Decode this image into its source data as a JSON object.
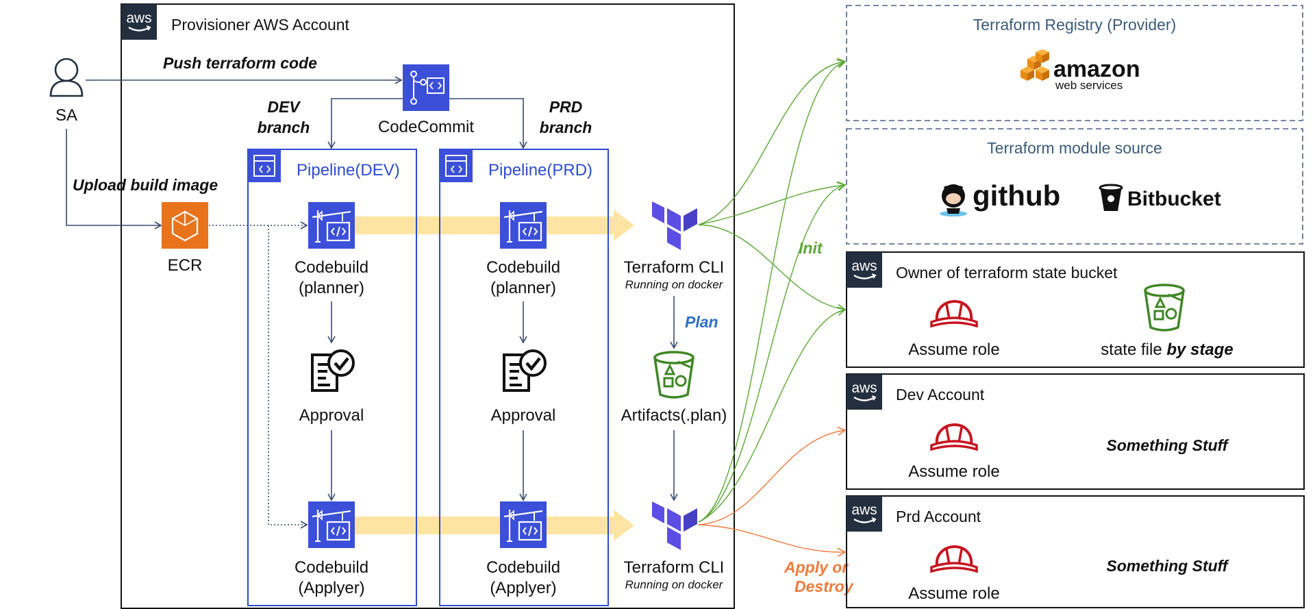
{
  "provisioner": {
    "title": "Provisioner AWS Account"
  },
  "aws_badge": "aws",
  "actor": {
    "label": "SA"
  },
  "edges": {
    "push": "Push terraform code",
    "upload": "Upload  build image",
    "dev_branch_line1": "DEV",
    "dev_branch_line2": "branch",
    "prd_branch_line1": "PRD",
    "prd_branch_line2": "branch",
    "plan": "Plan",
    "init": "Init",
    "apply_line1": "Apply or",
    "apply_line2": "Destroy"
  },
  "codecommit": {
    "label": "CodeCommit"
  },
  "ecr": {
    "label": "ECR"
  },
  "pipelines": [
    {
      "title": "Pipeline(DEV)",
      "planner_line1": "Codebuild",
      "planner_line2": "(planner)",
      "approval": "Approval",
      "applyer_line1": "Codebuild",
      "applyer_line2": "(Applyer)"
    },
    {
      "title": "Pipeline(PRD)",
      "planner_line1": "Codebuild",
      "planner_line2": "(planner)",
      "approval": "Approval",
      "applyer_line1": "Codebuild",
      "applyer_line2": "(Applyer)"
    }
  ],
  "terraform_cli": [
    {
      "label": "Terraform CLI",
      "sub": "Running on docker"
    },
    {
      "label": "Terraform CLI",
      "sub": "Running on docker"
    }
  ],
  "artifacts": {
    "label": "Artifacts(.plan)"
  },
  "registry": {
    "title": "Terraform Registry (Provider)",
    "logo_word": "amazon",
    "logo_sub": "web services"
  },
  "module_source": {
    "title": "Terraform module source",
    "github": "github",
    "bitbucket": "Bitbucket"
  },
  "state_owner": {
    "title": "Owner of terraform state bucket",
    "assume": "Assume role",
    "state_prefix": "state file ",
    "state_bold": "by stage"
  },
  "dev_account": {
    "title": "Dev Account",
    "assume": "Assume role",
    "stuff": "Something Stuff"
  },
  "prd_account": {
    "title": "Prd Account",
    "assume": "Assume role",
    "stuff": "Something Stuff"
  },
  "colors": {
    "navy": "#232f3e",
    "pipeline_blue": "#2d4bd1",
    "terraform_purple": "#5c4ee5",
    "ecr_orange": "#e8731b",
    "s3_green": "#3f8624",
    "role_red": "#c7131f",
    "init_green": "#5aa832",
    "apply_orange": "#ef7a3d",
    "flow_yellow": "#fde4a3",
    "dashed_border": "#4a5d8a"
  }
}
